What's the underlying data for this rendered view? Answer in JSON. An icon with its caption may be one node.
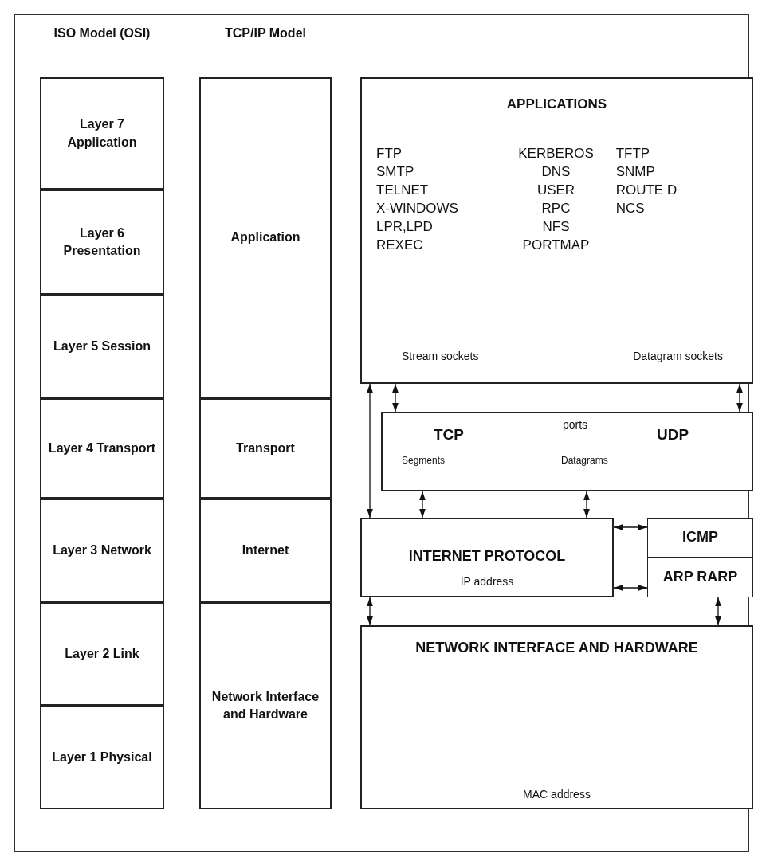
{
  "diagram": {
    "nodes": [
      {
        "text": [
          "Layer 7 Application"
        ]
      },
      {
        "text": [
          "Layer 6 Presentation"
        ]
      },
      {
        "text": [
          "Layer 5 Session"
        ]
      },
      {
        "text": [
          "Layer 4 Transport"
        ]
      },
      {
        "text": [
          "Layer 3 Network"
        ]
      },
      {
        "text": [
          "Layer 2 Link"
        ]
      },
      {
        "text": [
          "Layer 1 Physical"
        ]
      },
      {
        "text": [
          "Application"
        ]
      },
      {
        "text": [
          "Transport"
        ]
      },
      {
        "text": [
          "Internet"
        ]
      },
      {
        "text": [
          "Network Interface and Hardware"
        ]
      },
      {
        "text": [
          "APPLICATIONS",
          "FTP",
          "SMTP",
          "TELNET",
          "X-WINDOWS",
          "LPR,LPD",
          "REXEC",
          "KERBEROS",
          "DNS",
          "USER",
          "RPC",
          "NFS",
          "PORTMAP",
          "TFTP",
          "SNMP",
          "ROUTE D",
          "NCS",
          "Stream sockets",
          "Datagram sockets"
        ]
      },
      {
        "text": [
          "TCP",
          "ports",
          "UDP",
          "Segments",
          "Datagrams"
        ]
      },
      {
        "text": [
          "INTERNET PROTOCOL",
          "IP address"
        ]
      },
      {
        "text": [
          "ICMP"
        ]
      },
      {
        "text": [
          "ARP RARP"
        ]
      },
      {
        "text": [
          "NETWORK INTERFACE AND HARDWARE",
          "MAC address"
        ]
      }
    ],
    "edges": [
      {
        "from": 11,
        "to": 13,
        "arrow": "both"
      },
      {
        "from": 11,
        "to": 12,
        "arrow": "both"
      },
      {
        "from": 11,
        "to": 12,
        "arrow": "both"
      },
      {
        "from": 12,
        "to": 13,
        "arrow": "both"
      },
      {
        "from": 12,
        "to": 13,
        "arrow": "both"
      },
      {
        "from": 13,
        "to": 14,
        "arrow": "both"
      },
      {
        "from": 13,
        "to": 15,
        "arrow": "both"
      },
      {
        "from": 13,
        "to": 16,
        "arrow": "both"
      },
      {
        "from": 15,
        "to": 16,
        "arrow": "both"
      }
    ],
    "labels": [
      "ISO Model (OSI)",
      "TCP/IP Model"
    ]
  }
}
